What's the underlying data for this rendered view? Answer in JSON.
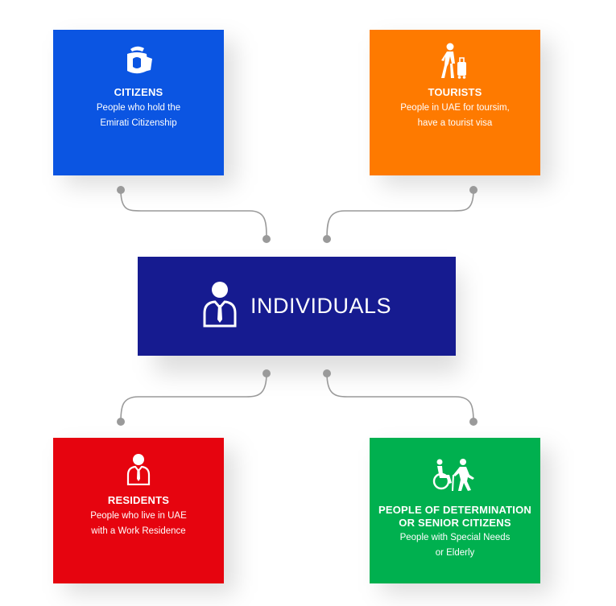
{
  "center": {
    "title": "INDIVIDUALS",
    "icon": "person-tie-icon"
  },
  "cards": {
    "citizens": {
      "title": "CITIZENS",
      "desc_lines": [
        "People who hold the",
        "Emirati Citizenship"
      ],
      "icon": "citizen-icon",
      "color": "#0b55e2"
    },
    "tourists": {
      "title": "TOURISTS",
      "desc_lines": [
        "People in UAE for toursim,",
        "have a tourist visa"
      ],
      "icon": "tourist-luggage-icon",
      "color": "#fe7a00"
    },
    "residents": {
      "title": "RESIDENTS",
      "desc_lines": [
        "People who live in UAE",
        "with a Work Residence"
      ],
      "icon": "resident-person-icon",
      "color": "#e6040f"
    },
    "pod": {
      "title_lines": [
        "PEOPLE OF DETERMINATION",
        "OR SENIOR CITIZENS"
      ],
      "desc_lines": [
        "People with Special Needs",
        "or Elderly"
      ],
      "icon": "wheelchair-elderly-icon",
      "color": "#00b04f"
    }
  },
  "colors": {
    "center": "#161b90",
    "connector": "#9a9a9a"
  }
}
